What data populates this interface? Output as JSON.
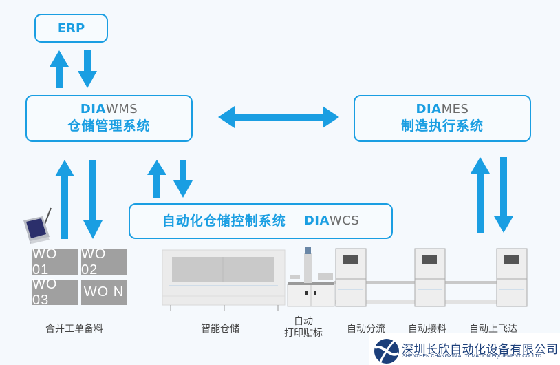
{
  "erp": {
    "label": "ERP"
  },
  "wms": {
    "prefix": "DIA",
    "suffix": "WMS",
    "name_cn": "仓储管理系统"
  },
  "mes": {
    "prefix": "DIA",
    "suffix": "MES",
    "name_cn": "制造执行系统"
  },
  "wcs": {
    "prefix": "DIA",
    "suffix": "WCS",
    "name_cn": "自动化仓储控制系统"
  },
  "work_orders": [
    "WO 01",
    "WO 02",
    "WO 03",
    "WO N"
  ],
  "captions": {
    "merge_orders": "合并工单备料",
    "smart_storage": "智能仓储",
    "auto_label_line1": "自动",
    "auto_label_line2": "打印贴标",
    "auto_sorting": "自动分流",
    "auto_receiving": "自动接料",
    "auto_feida": "自动上飞达"
  },
  "company": {
    "name_cn": "深圳长欣自动化设备有限公司",
    "name_en": "SHENZHEN CHANGXIN AUTOMATION EQUIPMENT CO. LTD"
  },
  "colors": {
    "accent": "#1a9ee2",
    "tile_gray": "#a0a0a0",
    "logo_navy": "#1c3f7a"
  }
}
